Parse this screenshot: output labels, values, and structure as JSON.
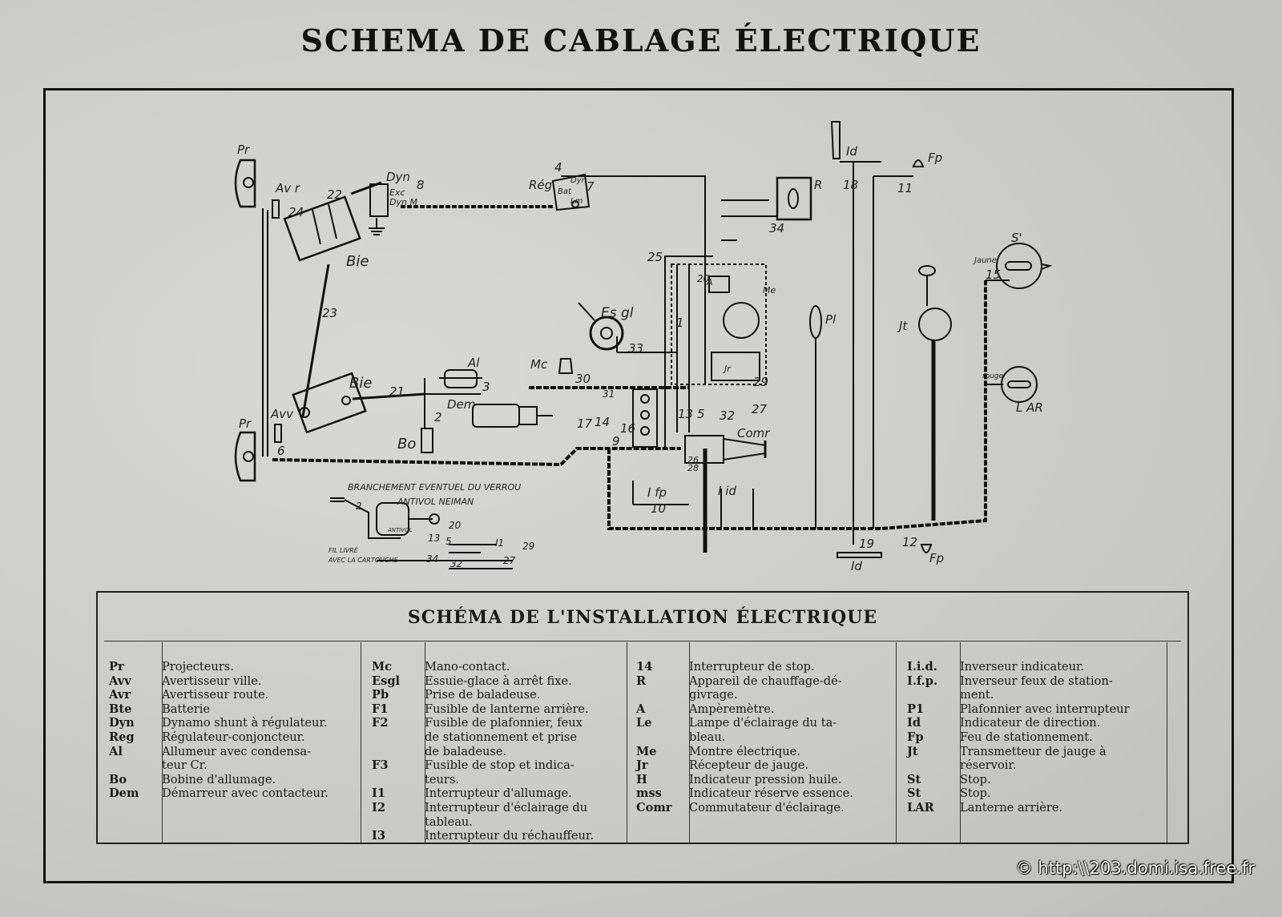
{
  "title": "SCHEMA DE CABLAGE ÉLECTRIQUE",
  "copyright": "© http:\\\\203.domi.isa.free.fr",
  "diagram": {
    "labels": {
      "pr_top": "Pr",
      "pr_bottom": "Pr",
      "avr": "Av r",
      "avv": "Avv",
      "dyn": "Dyn",
      "exc": "Exc",
      "dyn_m": "Dyn M",
      "reg": "Rég",
      "reg_dyn": "Dyn",
      "reg_bat": "Bat",
      "reg_lm": "Lm",
      "bie_top": "Bie",
      "bie_bottom": "Bie",
      "al": "Al",
      "dem": "Dem",
      "bo": "Bo",
      "mc": "Mc",
      "esgl": "Es gl",
      "r": "R",
      "id_top": "Id",
      "id_bottom": "Id",
      "fp_top": "Fp",
      "fp_bottom": "Fp",
      "s": "S'",
      "jaune": "Jaune",
      "pl": "Pl",
      "jt": "Jt",
      "lar": "L AR",
      "rouge": "rouge",
      "comr": "Comr",
      "ifp": "I fp",
      "iid": "I id",
      "me": "Me",
      "a": "A",
      "jr": "Jr"
    },
    "numbers": [
      "4",
      "8",
      "7",
      "22",
      "24",
      "23",
      "25",
      "1",
      "33",
      "30",
      "21",
      "3",
      "2",
      "31",
      "17",
      "14",
      "16",
      "5",
      "13",
      "9",
      "20",
      "29",
      "27",
      "32",
      "34",
      "18",
      "11",
      "15",
      "19",
      "12",
      "10",
      "6",
      "26",
      "28"
    ],
    "inset": {
      "title_line1": "BRANCHEMENT EVENTUEL DU VERROU",
      "title_line2": "ANTIVOL NEIMAN",
      "antivol": "ANTIVOL",
      "fil_line1": "FIL LIVRÉ",
      "fil_line2": "AVEC LA CARTOUCHE",
      "nums": [
        "2",
        "20",
        "13",
        "5",
        "29",
        "34",
        "32",
        "27"
      ],
      "i1": "I1"
    }
  },
  "legend": {
    "title": "SCHÉMA DE L'INSTALLATION ÉLECTRIQUE",
    "columns": [
      [
        {
          "abbr": "Pr",
          "desc": "Projecteurs."
        },
        {
          "abbr": "Avv",
          "desc": "Avertisseur ville."
        },
        {
          "abbr": "Avr",
          "desc": "Avertisseur route."
        },
        {
          "abbr": "Bte",
          "desc": "Batterie"
        },
        {
          "abbr": "Dyn",
          "desc": "Dynamo shunt à régulateur."
        },
        {
          "abbr": "Reg",
          "desc": "Régulateur-conjoncteur."
        },
        {
          "abbr": "Al",
          "desc": "Allumeur avec condensa-\n   teur Cr."
        },
        {
          "abbr": "Bo",
          "desc": "Bobine d'allumage."
        },
        {
          "abbr": "Dem",
          "desc": "Démarreur avec contacteur."
        }
      ],
      [
        {
          "abbr": "Mc",
          "desc": "Mano-contact."
        },
        {
          "abbr": "Esgl",
          "desc": "Essuie-glace à arrêt fixe."
        },
        {
          "abbr": "Pb",
          "desc": "Prise de baladeuse."
        },
        {
          "abbr": "F1",
          "desc": "Fusible de lanterne arrière."
        },
        {
          "abbr": "F2",
          "desc": "Fusible de plafonnier, feux\n   de stationnement et prise\n   de baladeuse."
        },
        {
          "abbr": "F3",
          "desc": "Fusible de stop et indica-\n   teurs."
        },
        {
          "abbr": "I1",
          "desc": "Interrupteur d'allumage."
        },
        {
          "abbr": "I2",
          "desc": "Interrupteur d'éclairage du\n   tableau."
        },
        {
          "abbr": "I3",
          "desc": "Interrupteur du réchauffeur."
        }
      ],
      [
        {
          "abbr": "14",
          "desc": "Interrupteur de stop."
        },
        {
          "abbr": "R",
          "desc": "Appareil de chauffage-dé-\n   givrage."
        },
        {
          "abbr": "A",
          "desc": "Ampèremètre."
        },
        {
          "abbr": "Le",
          "desc": "Lampe d'éclairage du ta-\n   bleau."
        },
        {
          "abbr": "Me",
          "desc": "Montre électrique."
        },
        {
          "abbr": "Jr",
          "desc": "Récepteur de jauge."
        },
        {
          "abbr": "H",
          "desc": "Indicateur pression huile."
        },
        {
          "abbr": "mss",
          "desc": "Indicateur réserve essence."
        },
        {
          "abbr": "Comr",
          "desc": "Commutateur d'éclairage."
        }
      ],
      [
        {
          "abbr": "I.i.d.",
          "desc": "Inverseur indicateur."
        },
        {
          "abbr": "I.f.p.",
          "desc": "Inverseur feux de station-\n   ment."
        },
        {
          "abbr": "P1",
          "desc": "Plafonnier avec interrupteur"
        },
        {
          "abbr": "Id",
          "desc": "Indicateur de direction."
        },
        {
          "abbr": "Fp",
          "desc": "Feu de stationnement."
        },
        {
          "abbr": "Jt",
          "desc": "Transmetteur de jauge à\n   réservoir."
        },
        {
          "abbr": "St",
          "desc": "Stop."
        },
        {
          "abbr": "St",
          "desc": "Stop."
        },
        {
          "abbr": "LAR",
          "desc": "Lanterne arrière."
        }
      ]
    ]
  }
}
